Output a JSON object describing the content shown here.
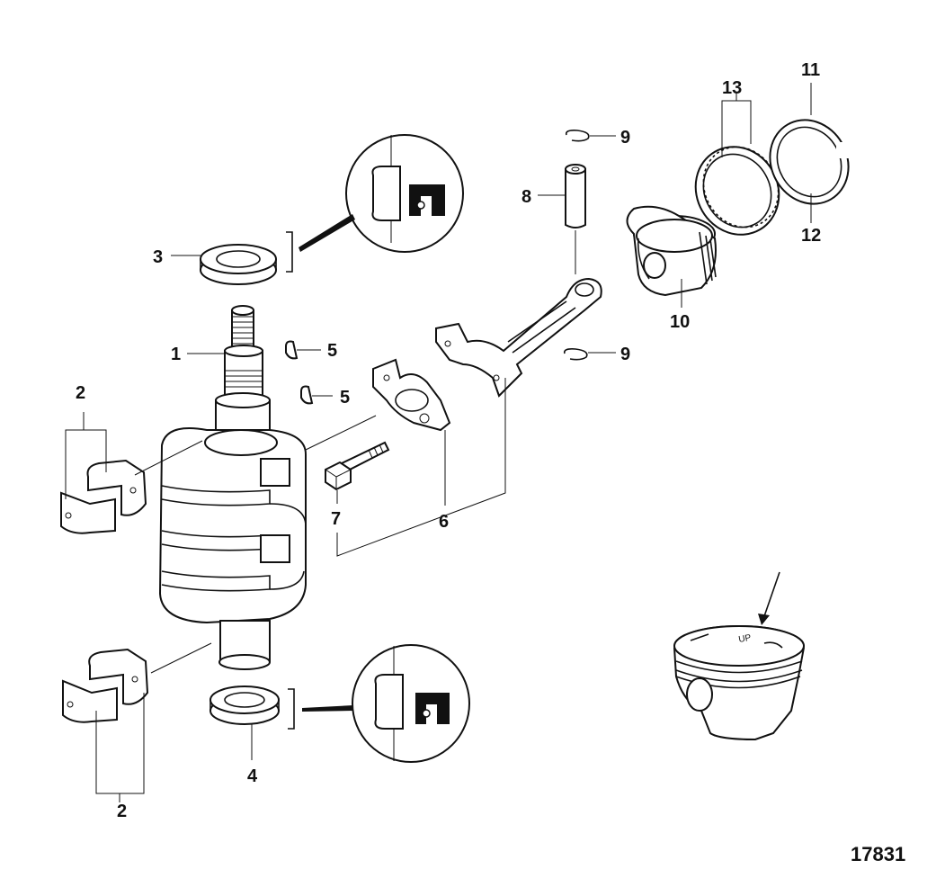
{
  "figure_number": "17831",
  "callouts": {
    "c1": "1",
    "c2a": "2",
    "c2b": "2",
    "c3": "3",
    "c4": "4",
    "c5a": "5",
    "c5b": "5",
    "c6": "6",
    "c7": "7",
    "c8": "8",
    "c9a": "9",
    "c9b": "9",
    "c10": "10",
    "c11": "11",
    "c12": "12",
    "c13": "13"
  },
  "piston_crown_mark": "UP"
}
